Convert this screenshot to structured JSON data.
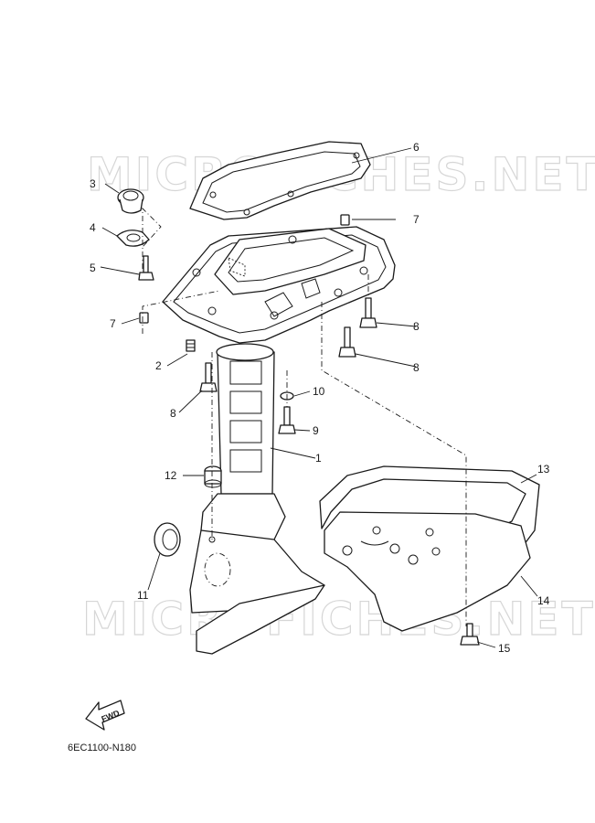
{
  "diagram": {
    "code": "6EC1100-N180",
    "watermark": "MICROFICHES.NET",
    "fwd_label": "FWD",
    "callouts": [
      "6",
      "3",
      "4",
      "7",
      "5",
      "7",
      "8",
      "8",
      "2",
      "10",
      "8",
      "9",
      "1",
      "13",
      "12",
      "11",
      "14",
      "15"
    ]
  }
}
